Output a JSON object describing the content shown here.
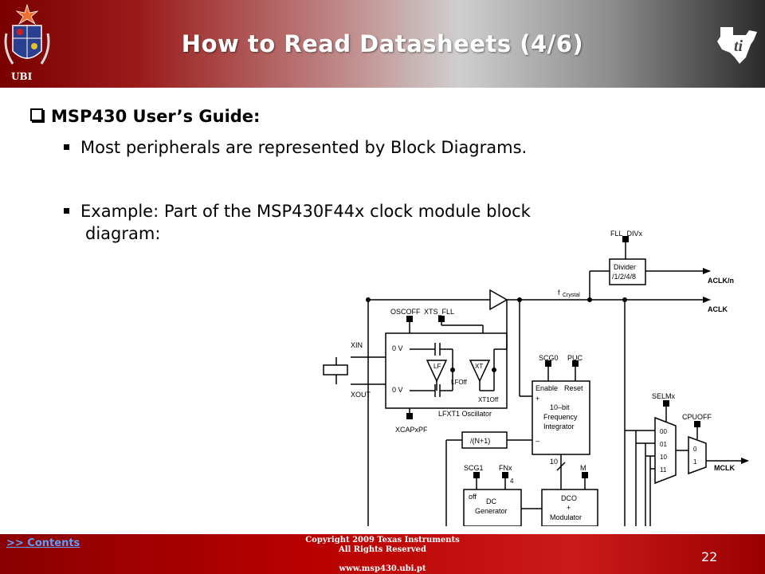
{
  "header": {
    "title": "How to Read Datasheets (4/6)",
    "left_logo": {
      "text": "UBI",
      "icon": "university-crest-icon"
    },
    "right_logo": {
      "icon": "texas-instruments-logo-icon"
    }
  },
  "content": {
    "bullet": "MSP430 User’s Guide:",
    "sub_items": [
      {
        "text": "Most peripherals are represented by Block Diagrams."
      },
      {
        "text_line1": "Example: Part of the MSP430F44x clock module block",
        "text_line2": "diagram:"
      }
    ]
  },
  "diagram": {
    "labels": {
      "fll_divx": "FLL_DIVx",
      "divider_1": "Divider",
      "divider_2": "/1/2/4/8",
      "f_crystal": "f",
      "f_crystal_sub": "Crystal",
      "aclk_n": "ACLK/n",
      "aclk": "ACLK",
      "oscoff": "OSCOFF",
      "xts_fll": "XTS_FLL",
      "xin": "XIN",
      "xout": "XOUT",
      "zero_v_1": "0 V",
      "zero_v_2": "0 V",
      "lf": "LF",
      "xt": "XT",
      "lfoff": "LFOff",
      "xt1off": "XT1Off",
      "lfxt1_osc": "LFXT1 Oscillator",
      "xcapxpf": "XCAPxPF",
      "scg0": "SCG0",
      "puc": "PUC",
      "enable": "Enable",
      "reset": "Reset",
      "plus": "+",
      "minus": "–",
      "integrator_1": "10–bit",
      "integrator_2": "Frequency",
      "integrator_3": "Integrator",
      "n_plus_1": "/(N+1)",
      "bus_10": "10",
      "m": "M",
      "scg1": "SCG1",
      "fnx": "FNx",
      "fnx_4": "4",
      "off": "off",
      "dc_1": "DC",
      "dc_2": "Generator",
      "dco_1": "DCO",
      "dco_2": "+",
      "dco_3": "Modulator",
      "selmx": "SELMx",
      "mux_00": "00",
      "mux_01": "01",
      "mux_10": "10",
      "mux_11": "11",
      "cpuoff": "CPUOFF",
      "mux2_0": "0",
      "mux2_1": "1",
      "mclk": "MCLK"
    }
  },
  "footer": {
    "contents_link": ">> Contents",
    "copyright_1": "Copyright  2009 Texas Instruments",
    "copyright_2": "All Rights Reserved",
    "website": "www.msp430.ubi.pt",
    "page_number": "22"
  }
}
